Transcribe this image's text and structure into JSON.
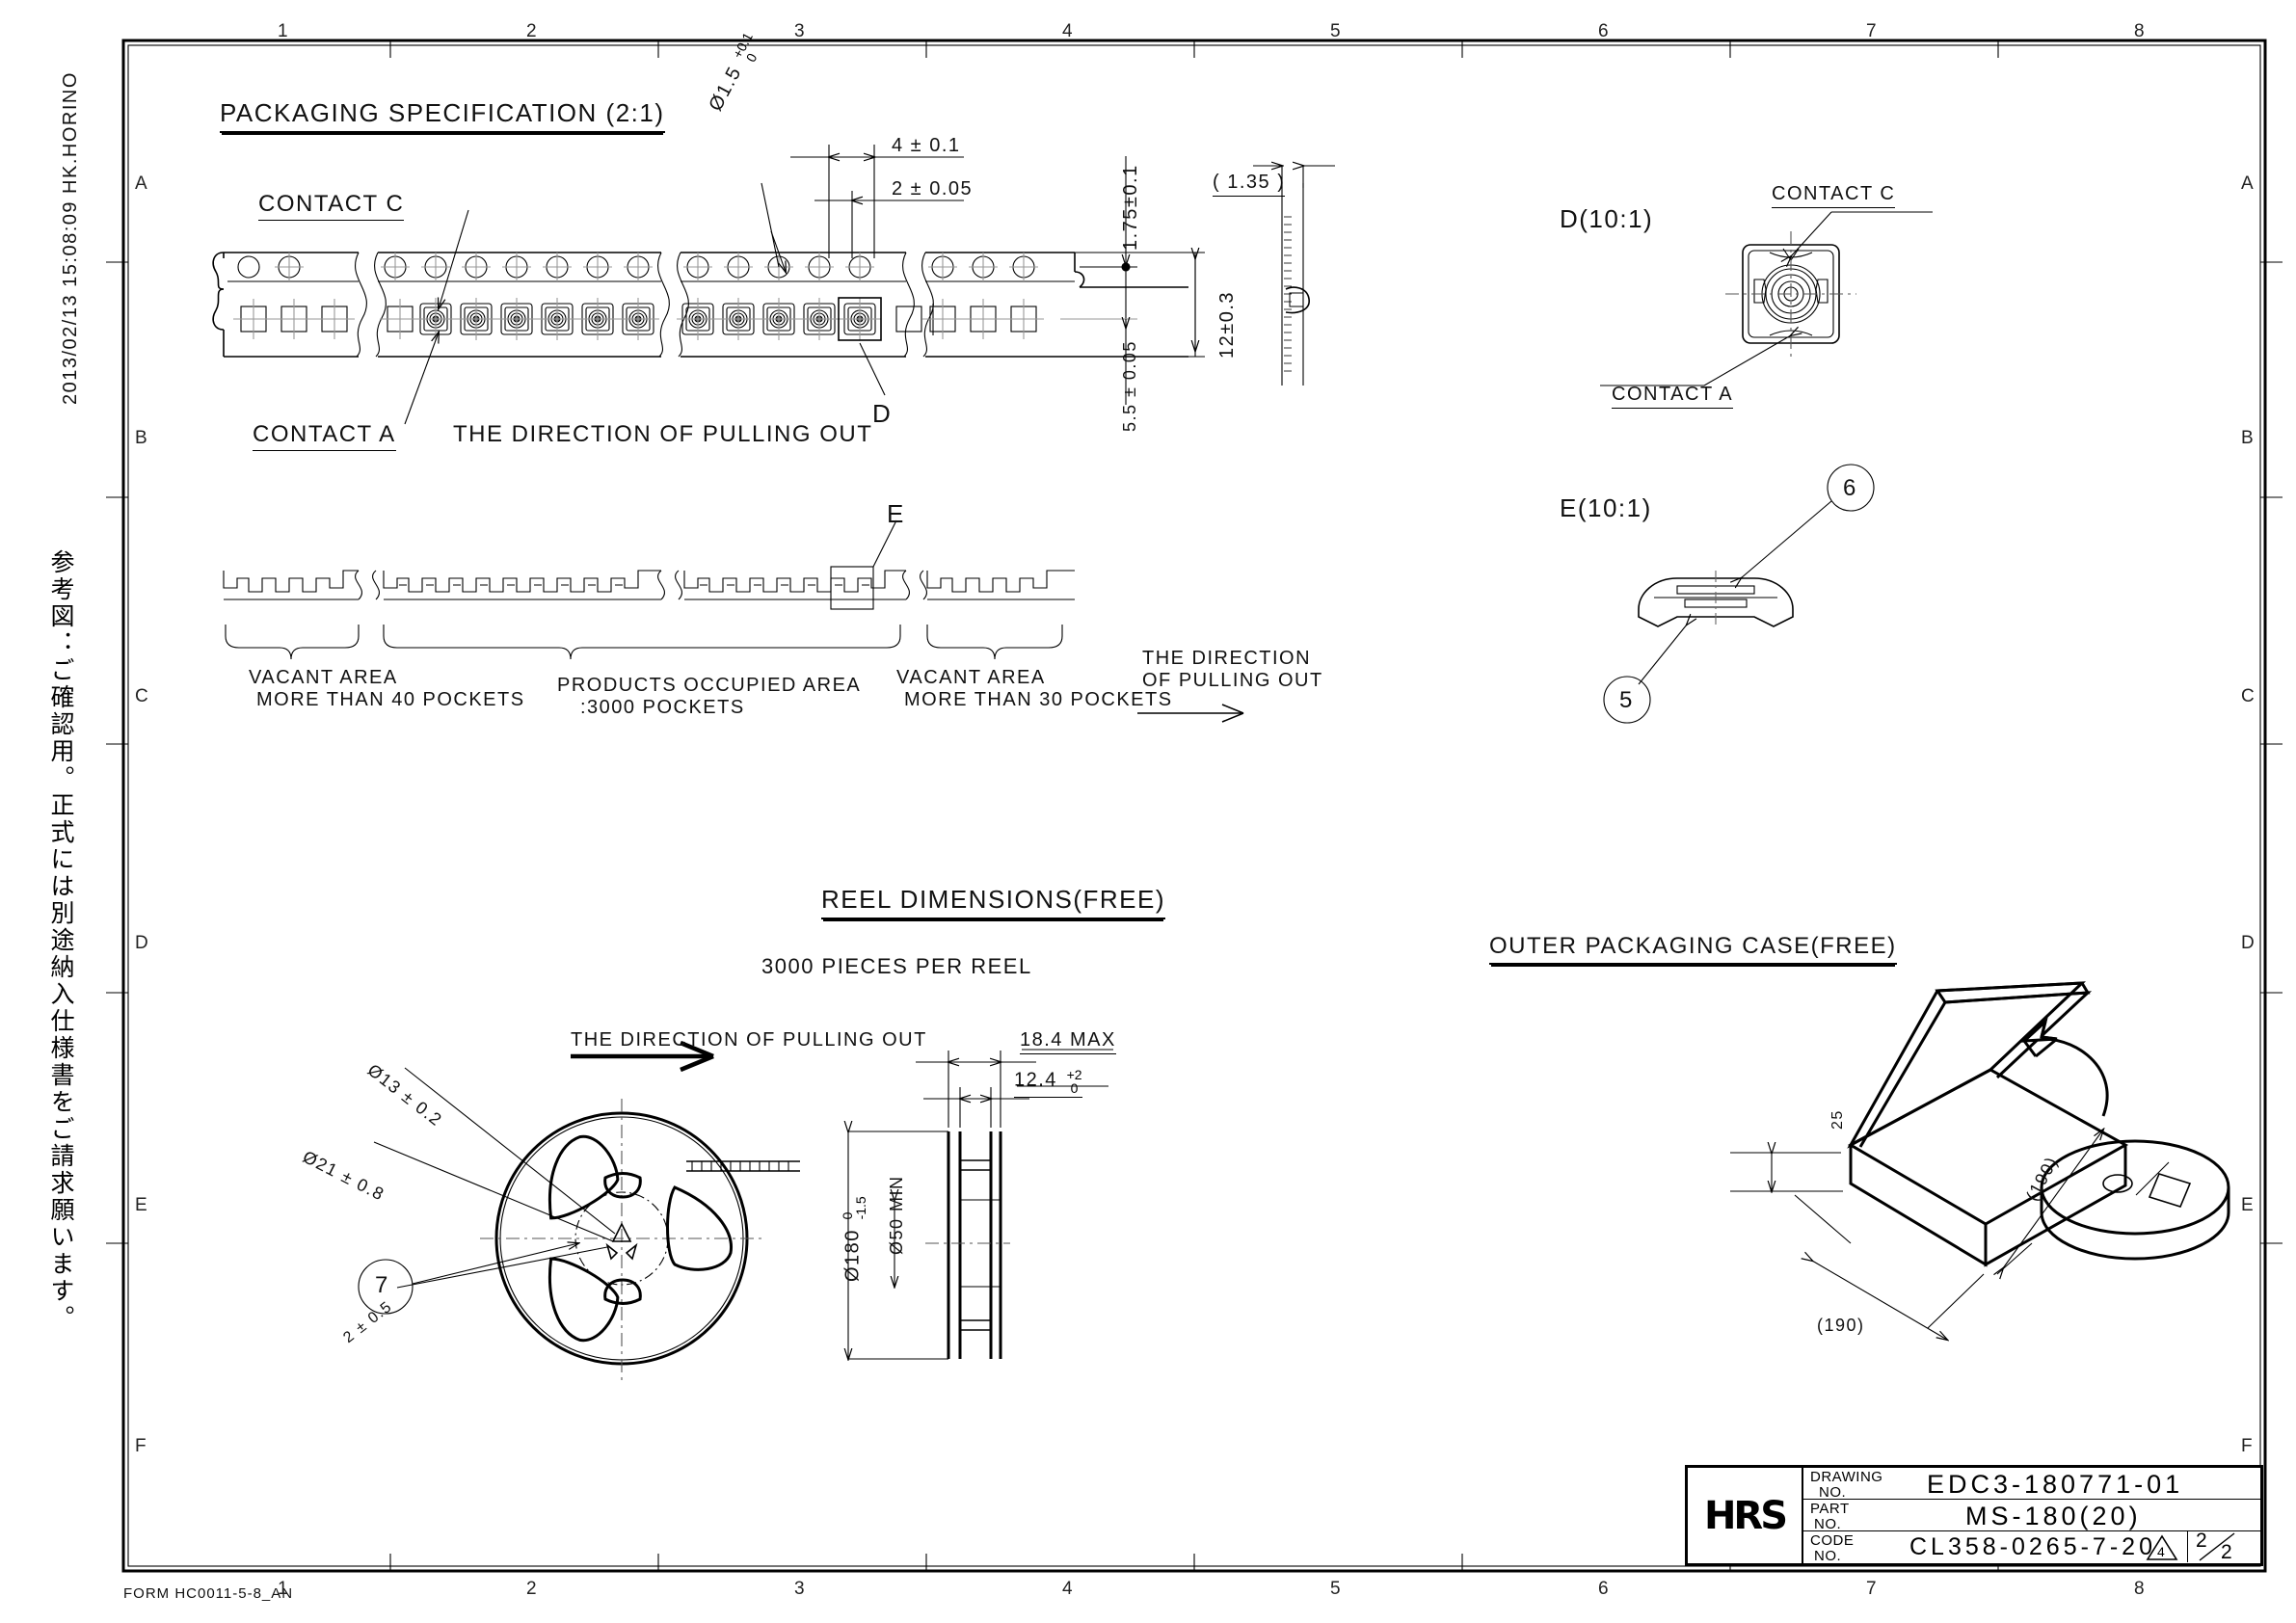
{
  "header": {
    "timestamp_user": "2013/02/13  15:08:09  HK.HORINO",
    "note_jp": "参考図：ご確認用。正式には別途納入仕様書をご請求願います。",
    "form_code": "FORM HC0011-5-8_AN"
  },
  "zones": {
    "columns": [
      "1",
      "2",
      "3",
      "4",
      "5",
      "6",
      "7",
      "8"
    ],
    "rows": [
      "A",
      "B",
      "C",
      "D",
      "E",
      "F"
    ]
  },
  "sections": {
    "packaging": {
      "title": "PACKAGING SPECIFICATION (2:1)",
      "contact_c": "CONTACT C",
      "contact_a": "CONTACT A",
      "pull_direction": "THE DIRECTION OF PULLING OUT",
      "detail_d_mark": "D",
      "detail_e_mark": "E",
      "dims": {
        "sprocket_dia": "Ø1.5",
        "sprocket_tol_up": "+0.1",
        "sprocket_tol_dn": "0",
        "pocket_pitch": "4 ± 0.1",
        "hole_pitch": "2 ± 0.05",
        "edge_to_hole": "1.75±0.1",
        "tape_width": "12±0.3",
        "hole_to_pocket": "5.5 ± 0.05",
        "tape_thickness": "( 1.35 )"
      }
    },
    "areas": {
      "vacant_left_l1": "VACANT AREA",
      "vacant_left_l2": "MORE THAN 40 POCKETS",
      "occupied_l1": "PRODUCTS OCCUPIED AREA",
      "occupied_l2": ":3000 POCKETS",
      "vacant_right_l1": "VACANT AREA",
      "vacant_right_l2": "MORE THAN 30 POCKETS",
      "pull_l1": "THE DIRECTION",
      "pull_l2": "OF PULLING OUT"
    },
    "reel": {
      "title": "REEL DIMENSIONS(FREE)",
      "pieces": "3000 PIECES PER REEL",
      "pull_direction": "THE DIRECTION OF PULLING OUT",
      "hub_dia": "Ø13 ± 0.2",
      "slot_dia": "Ø21 ± 0.8",
      "slot_width": "2 ± 0.5",
      "balloon_7": "7",
      "outer_dia": "Ø180",
      "outer_tol_up": "0",
      "outer_tol_dn": "-1.5",
      "inner_dia": "Ø50 MIN",
      "width_max": "18.4 MAX",
      "core_width": "12.4",
      "core_tol_up": "+2",
      "core_tol_dn": "0"
    },
    "detail_d": {
      "label": "D(10:1)",
      "contact_c": "CONTACT C",
      "contact_a": "CONTACT A"
    },
    "detail_e": {
      "label": "E(10:1)",
      "balloon_6": "6",
      "balloon_5": "5"
    },
    "outer_case": {
      "title": "OUTER PACKAGING CASE(FREE)",
      "dim_width": "(190)",
      "dim_depth": "(190)",
      "dim_height": "25"
    }
  },
  "title_block": {
    "logo": "HRS",
    "drawing_label_l1": "DRAWING",
    "drawing_label_l2": "NO.",
    "drawing_no": "EDC3-180771-01",
    "part_label_l1": "PART",
    "part_label_l2": "NO.",
    "part_no": "MS-180(20)",
    "code_label_l1": "CODE",
    "code_label_l2": "NO.",
    "code_no": "CL358-0265-7-20",
    "revision": "4",
    "page_num": "2",
    "page_total": "2"
  }
}
